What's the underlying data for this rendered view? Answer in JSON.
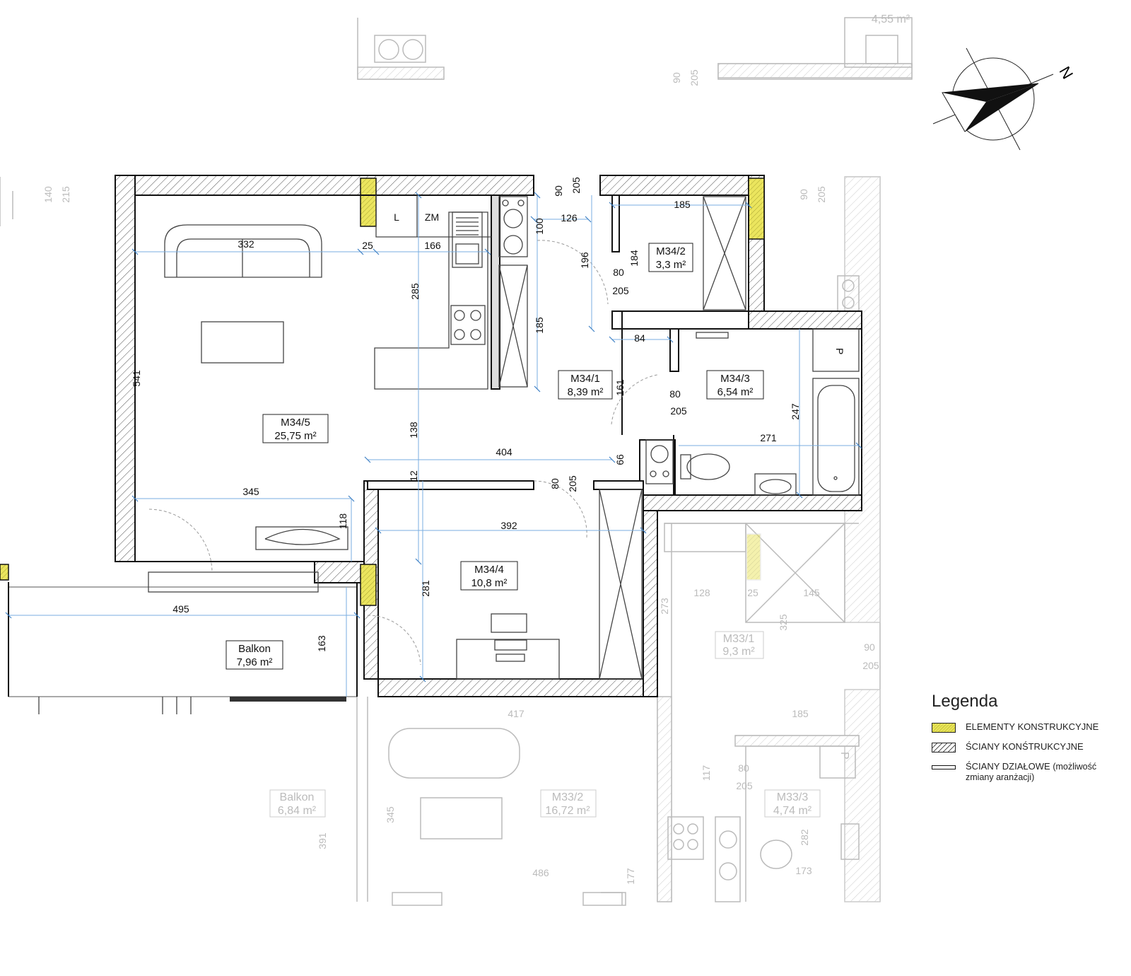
{
  "rooms": [
    {
      "id": "M34/5",
      "area": "25,75 m²"
    },
    {
      "id": "M34/1",
      "area": "8,39 m²"
    },
    {
      "id": "M34/2",
      "area": "3,3 m²"
    },
    {
      "id": "M34/3",
      "area": "6,54 m²"
    },
    {
      "id": "M34/4",
      "area": "10,8 m²"
    },
    {
      "id": "Balkon",
      "area": "7,96 m²"
    }
  ],
  "ghost_rooms": [
    {
      "id": "M33/1",
      "area": "9,3 m²"
    },
    {
      "id": "M33/2",
      "area": "16,72 m²"
    },
    {
      "id": "M33/3",
      "area": "4,74 m²"
    },
    {
      "id": "Balkon",
      "area": "6,84 m²"
    },
    {
      "id": "",
      "area": "4,55 m²"
    }
  ],
  "fixture_labels": {
    "l": "L",
    "zm": "ZM",
    "p": "P",
    "p_ghost": "P"
  },
  "dimensions": [
    "332",
    "25",
    "166",
    "126",
    "185",
    "90",
    "205",
    "100",
    "196",
    "184",
    "80",
    "205",
    "285",
    "185",
    "84",
    "541",
    "161",
    "80",
    "205",
    "247",
    "271",
    "138",
    "404",
    "66",
    "12",
    "80",
    "205",
    "345",
    "392",
    "118",
    "281",
    "495",
    "163",
    "128",
    "25",
    "145",
    "273",
    "325",
    "90",
    "205",
    "417",
    "185",
    "117",
    "80",
    "205",
    "345",
    "391",
    "486",
    "177",
    "282",
    "173",
    "140",
    "215",
    "90",
    "205",
    "90",
    "205"
  ],
  "compass": {
    "label": "N"
  },
  "legend": {
    "title": "Legenda",
    "items": [
      {
        "label": "ELEMENTY KONSTRUKCYJNE"
      },
      {
        "label": "ŚCIANY KONŚTRUKCYJNE"
      },
      {
        "label": "ŚCIANY DZIAŁOWE",
        "note": "(możliwość zmiany aranżacji)"
      }
    ]
  },
  "colors": {
    "wall": "#111111",
    "konstr": "#e8e45a",
    "ghost": "#b5b5b5",
    "dim": "#6aa6d8"
  }
}
